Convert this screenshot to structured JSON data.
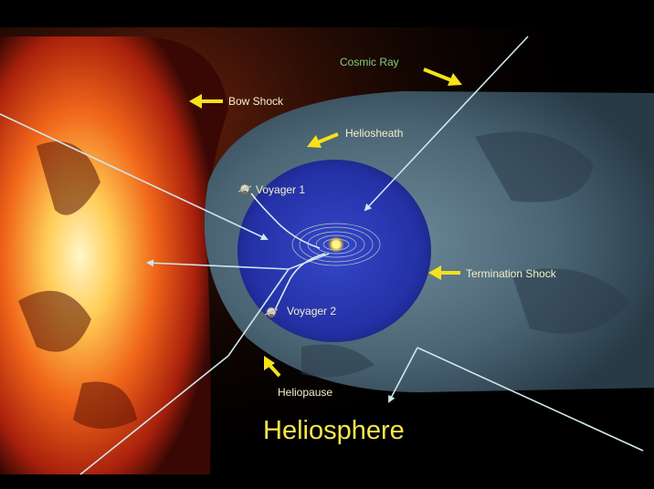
{
  "labels": {
    "cosmic_ray": "Cosmic Ray",
    "bow_shock": "Bow Shock",
    "heliosheath": "Heliosheath",
    "voyager_1": "Voyager 1",
    "voyager_2": "Voyager 2",
    "termination_shock": "Termination Shock",
    "heliopause": "Heliopause",
    "title": "Heliosphere"
  },
  "colors": {
    "background": "#000000",
    "arrow": "#f5e21a",
    "title": "#f6e64a",
    "cosmic_ray_label": "#7fd07f",
    "label_text": "#f4f0c8",
    "heliosheath_fill": "#3f5a6a",
    "termination_fill": "#2430a8",
    "bow_shock_fill": "#e04a10",
    "sun": "#ffe84a",
    "cosmic_ray_line": "#cfe6ee"
  },
  "icons": [
    "spacecraft-icon",
    "sun-icon",
    "arrow-icon"
  ]
}
